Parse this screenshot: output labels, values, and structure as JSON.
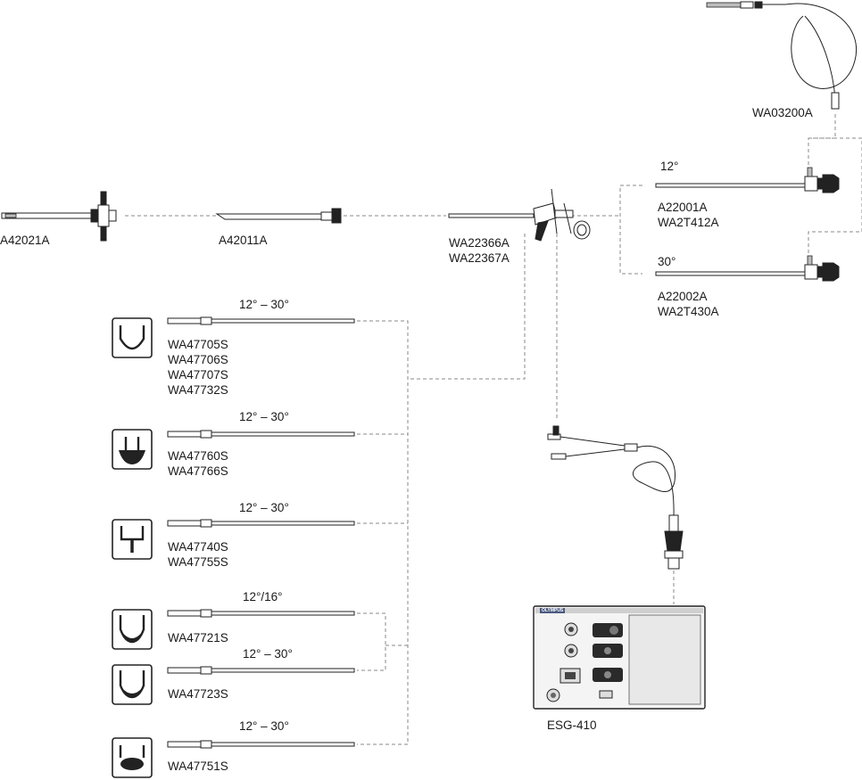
{
  "scope": {
    "code": "WA03200A"
  },
  "telescope_12": {
    "angle": "12°",
    "codes": [
      "A22001A",
      "WA2T412A"
    ]
  },
  "telescope_30": {
    "angle": "30°",
    "codes": [
      "A22002A",
      "WA2T430A"
    ]
  },
  "outer_sheath": {
    "code": "A42021A"
  },
  "inner_sheath": {
    "code": "A42011A"
  },
  "working_element": {
    "codes": [
      "WA22366A",
      "WA22367A"
    ]
  },
  "electrodes": [
    {
      "angle": "12° – 30°",
      "codes": [
        "WA47705S",
        "WA47706S",
        "WA47707S",
        "WA47732S"
      ],
      "icon": "loop-electrode-icon"
    },
    {
      "angle": "12° – 30°",
      "codes": [
        "WA47760S",
        "WA47766S"
      ],
      "icon": "mushroom-electrode-icon"
    },
    {
      "angle": "12° – 30°",
      "codes": [
        "WA47740S",
        "WA47755S"
      ],
      "icon": "needle-electrode-icon"
    },
    {
      "angle": "12°/16°",
      "codes": [
        "WA47721S"
      ],
      "icon": "wedge-loop-electrode-icon"
    },
    {
      "angle": "12° – 30°",
      "codes": [
        "WA47723S"
      ],
      "icon": "band-loop-electrode-icon"
    },
    {
      "angle": "12° – 30°",
      "codes": [
        "WA47751S"
      ],
      "icon": "oval-electrode-icon"
    }
  ],
  "generator": {
    "code": "ESG-410",
    "brand": "OLYMPUS"
  }
}
